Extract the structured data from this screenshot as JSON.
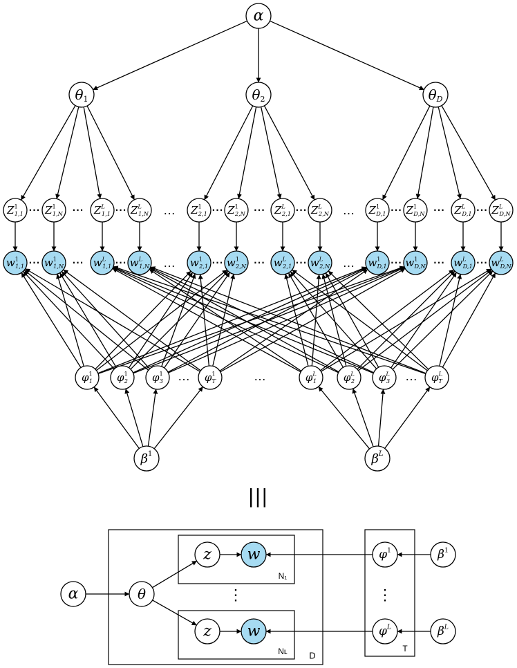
{
  "top": {
    "alpha": "α",
    "theta": [
      {
        "base": "θ",
        "sub": "1"
      },
      {
        "base": "θ",
        "sub": "2"
      },
      {
        "base": "θ",
        "sub": "D"
      }
    ],
    "z_nodes": [
      {
        "base": "Z",
        "sup": "1",
        "sub": "1,1"
      },
      {
        "base": "Z",
        "sup": "1",
        "sub": "1,N"
      },
      {
        "base": "Z",
        "sup": "L",
        "sub": "1,1"
      },
      {
        "base": "Z",
        "sup": "L",
        "sub": "1,N"
      },
      {
        "base": "Z",
        "sup": "1",
        "sub": "2,1"
      },
      {
        "base": "Z",
        "sup": "1",
        "sub": "2,N"
      },
      {
        "base": "Z",
        "sup": "L",
        "sub": "2,1"
      },
      {
        "base": "Z",
        "sup": "L",
        "sub": "2,N"
      },
      {
        "base": "Z",
        "sup": "1",
        "sub": "D,1"
      },
      {
        "base": "Z",
        "sup": "1",
        "sub": "D,N"
      },
      {
        "base": "Z",
        "sup": "L",
        "sub": "D,1"
      },
      {
        "base": "Z",
        "sup": "L",
        "sub": "D,N"
      }
    ],
    "w_nodes": [
      {
        "base": "w",
        "sup": "1",
        "sub": "1,1"
      },
      {
        "base": "w",
        "sup": "1",
        "sub": "1,N"
      },
      {
        "base": "w",
        "sup": "L",
        "sub": "1,1"
      },
      {
        "base": "w",
        "sup": "L",
        "sub": "1,N"
      },
      {
        "base": "w",
        "sup": "1",
        "sub": "2,1"
      },
      {
        "base": "w",
        "sup": "1",
        "sub": "2,N"
      },
      {
        "base": "w",
        "sup": "L",
        "sub": "2,1"
      },
      {
        "base": "w",
        "sup": "L",
        "sub": "2,N"
      },
      {
        "base": "w",
        "sup": "1",
        "sub": "D,1"
      },
      {
        "base": "w",
        "sup": "1",
        "sub": "D,N"
      },
      {
        "base": "w",
        "sup": "L",
        "sub": "D,1"
      },
      {
        "base": "w",
        "sup": "L",
        "sub": "D,N"
      }
    ],
    "phi_nodes": [
      {
        "base": "φ",
        "sup": "1",
        "sub": "1"
      },
      {
        "base": "φ",
        "sup": "1",
        "sub": "2"
      },
      {
        "base": "φ",
        "sup": "1",
        "sub": "3"
      },
      {
        "base": "φ",
        "sup": "1",
        "sub": "T"
      },
      {
        "base": "φ",
        "sup": "L",
        "sub": "1"
      },
      {
        "base": "φ",
        "sup": "L",
        "sub": "2"
      },
      {
        "base": "φ",
        "sup": "L",
        "sub": "3"
      },
      {
        "base": "φ",
        "sup": "L",
        "sub": "T"
      }
    ],
    "beta_nodes": [
      {
        "base": "β",
        "sup": "1"
      },
      {
        "base": "β",
        "sup": "L"
      }
    ],
    "ellipsis": "…",
    "dots": "···"
  },
  "separator": "|||",
  "plate_model": {
    "alpha": "α",
    "theta": "θ",
    "z": "z",
    "w": "w",
    "phi_top": {
      "base": "φ",
      "sup": "1"
    },
    "phi_bottom": {
      "base": "φ",
      "sup": "L"
    },
    "beta_top": {
      "base": "β",
      "sup": "1"
    },
    "beta_bottom": {
      "base": "β",
      "sup": "L"
    },
    "plate_n1": "N₁",
    "plate_nl": "Nʟ",
    "plate_d": "D",
    "plate_t": "T",
    "vdots": "⋮"
  },
  "colors": {
    "observed_fill": "#a6dbf2",
    "stroke": "#000000"
  }
}
